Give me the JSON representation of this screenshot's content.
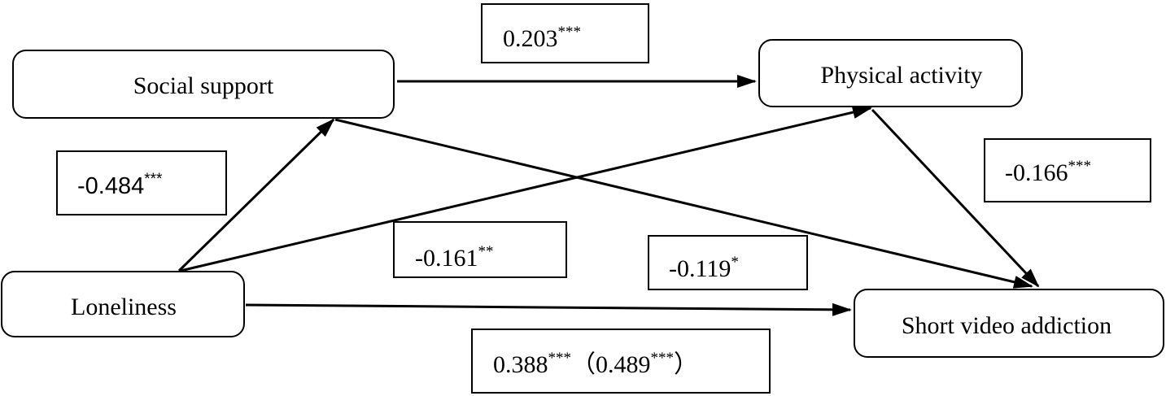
{
  "nodes": {
    "social_support": "Social support",
    "physical_activity": "Physical activity",
    "loneliness": "Loneliness",
    "short_video_addiction": "Short video addiction"
  },
  "coefficients": {
    "ss_to_pa": {
      "value": "0.203",
      "sig": "***"
    },
    "lon_to_ss": {
      "value": "-0.484",
      "sig": "***"
    },
    "pa_to_sva": {
      "value": "-0.166",
      "sig": "***"
    },
    "lon_to_pa": {
      "value": "-0.161",
      "sig": "**"
    },
    "ss_to_sva": {
      "value": "-0.119",
      "sig": "*"
    },
    "lon_to_sva": {
      "value": "0.388",
      "sig": "***",
      "paren_open": "（",
      "total_value": "0.489",
      "total_sig": "***",
      "paren_close": "）"
    }
  }
}
